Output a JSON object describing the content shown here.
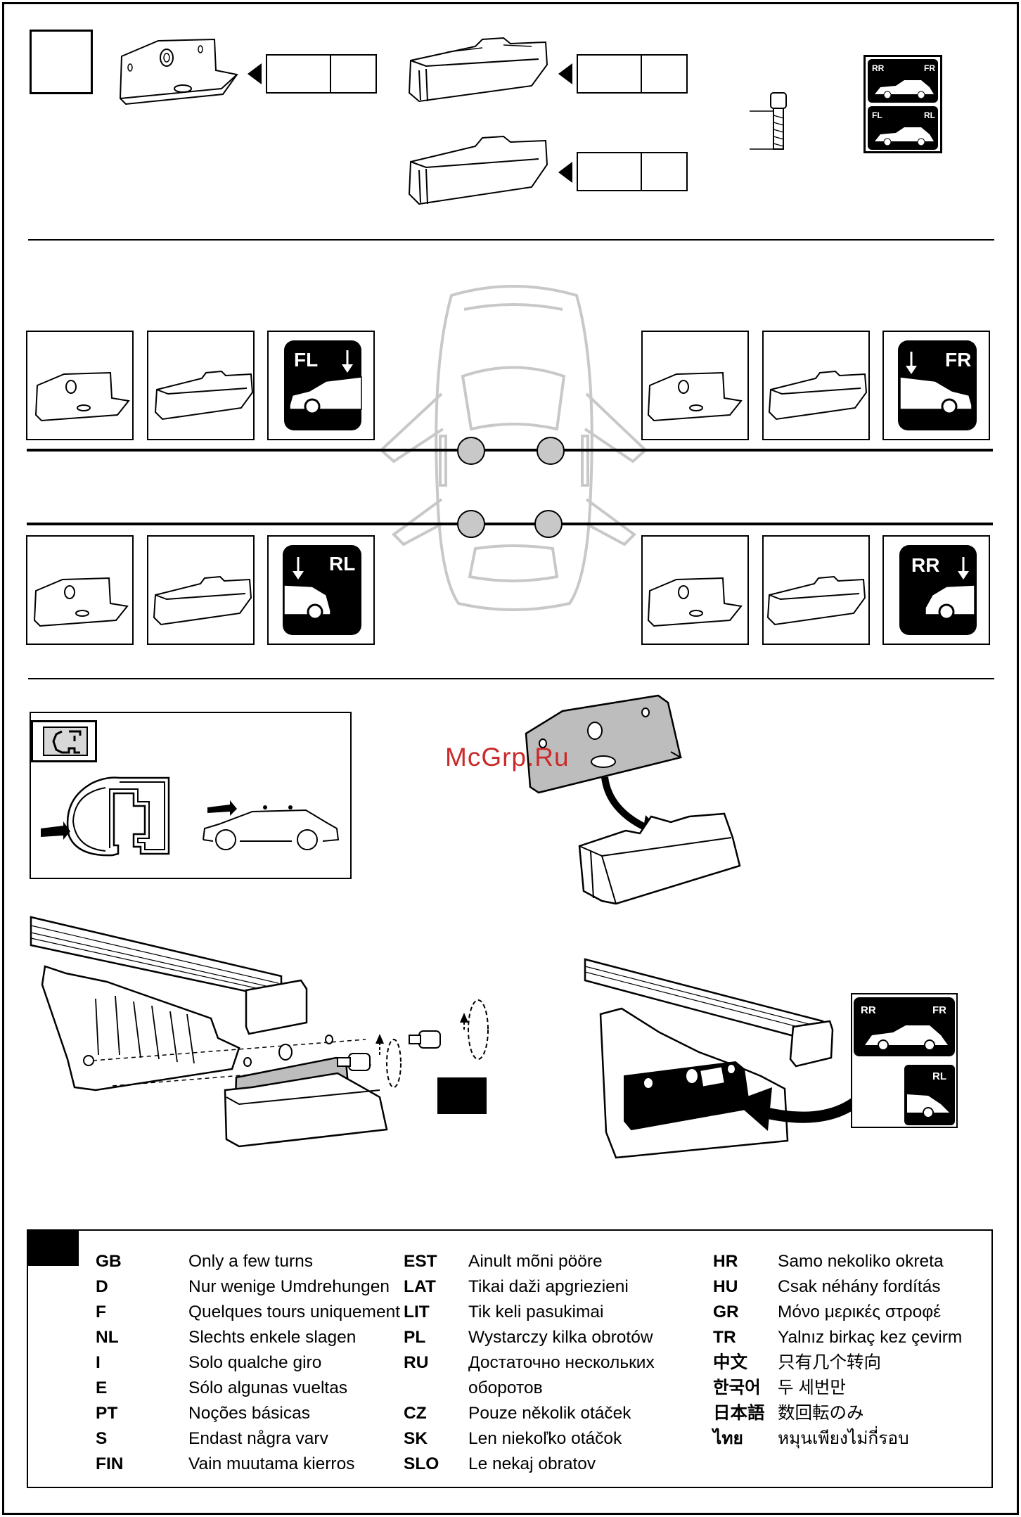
{
  "watermark": "McGrp.Ru",
  "positions": {
    "fl": "FL",
    "fr": "FR",
    "rl": "RL",
    "rr": "RR"
  },
  "legend": {
    "col1": [
      {
        "code": "GB",
        "text": "Only a few turns"
      },
      {
        "code": "D",
        "text": "Nur wenige Umdrehungen"
      },
      {
        "code": "F",
        "text": "Quelques tours uniquement"
      },
      {
        "code": "NL",
        "text": "Slechts enkele slagen"
      },
      {
        "code": "I",
        "text": "Solo qualche giro"
      },
      {
        "code": "E",
        "text": "Sólo algunas vueltas"
      },
      {
        "code": "PT",
        "text": "Noções básicas"
      },
      {
        "code": "S",
        "text": "Endast några varv"
      },
      {
        "code": "FIN",
        "text": "Vain muutama kierros"
      }
    ],
    "col2": [
      {
        "code": "EST",
        "text": "Ainult mõni pööre"
      },
      {
        "code": "LAT",
        "text": "Tikai daži apgriezieni"
      },
      {
        "code": "LIT",
        "text": "Tik keli pasukimai"
      },
      {
        "code": "PL",
        "text": "Wystarczy kilka obrotów"
      },
      {
        "code": "RU",
        "text": "Достаточно нескольких"
      },
      {
        "code": "",
        "text": "оборотов"
      },
      {
        "code": "CZ",
        "text": "Pouze několik otáček"
      },
      {
        "code": "SK",
        "text": "Len niekoľko otáčok"
      },
      {
        "code": "SLO",
        "text": "Le nekaj obratov"
      }
    ],
    "col3": [
      {
        "code": "HR",
        "text": "Samo nekoliko okreta"
      },
      {
        "code": "HU",
        "text": "Csak néhány fordítás"
      },
      {
        "code": "GR",
        "text": "Μόνο μερικές στροφέ"
      },
      {
        "code": "TR",
        "text": "Yalnız birkaç kez çevirm"
      },
      {
        "code": "中文",
        "text": "只有几个转向"
      },
      {
        "code": "한국어",
        "text": "두 세번만"
      },
      {
        "code": "日本語",
        "text": "数回転のみ"
      },
      {
        "code": "ไทย",
        "text": "หมุนเพียงไม่กี่รอบ"
      }
    ]
  }
}
